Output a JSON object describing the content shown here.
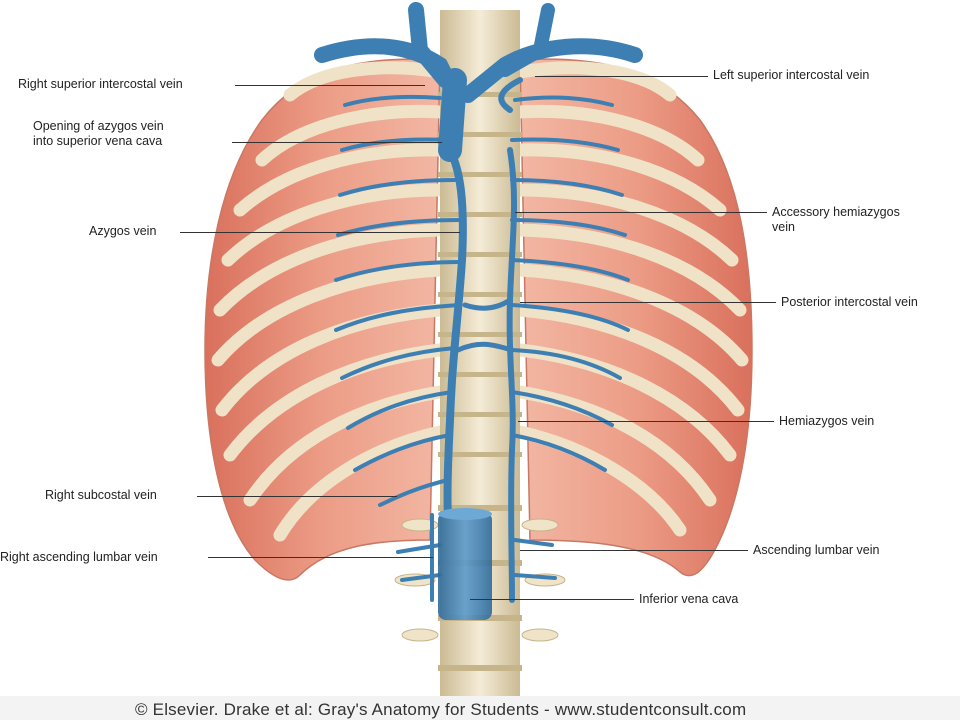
{
  "labels": {
    "right_superior_intercostal_vein": "Right superior intercostal vein",
    "opening_azygos_1": "Opening of azygos vein",
    "opening_azygos_2": "into superior vena cava",
    "azygos_vein": "Azygos vein",
    "right_subcostal_vein": "Right subcostal vein",
    "right_ascending_lumbar_vein": "Right ascending lumbar vein",
    "left_superior_intercostal_vein": "Left superior intercostal vein",
    "accessory_hemiazygos_1": "Accessory hemiazygos",
    "accessory_hemiazygos_2": "vein",
    "posterior_intercostal_vein": "Posterior intercostal vein",
    "hemiazygos_vein": "Hemiazygos vein",
    "ascending_lumbar_vein": "Ascending lumbar vein",
    "inferior_vena_cava": "Inferior vena cava"
  },
  "credit": "© Elsevier. Drake et al: Gray's Anatomy for Students - www.studentconsult.com",
  "colors": {
    "vein": "#3e7fb3",
    "vein_dark": "#24567f",
    "muscle": "#e79a86",
    "muscle_dark": "#c96a58",
    "rib": "#f1e6cf",
    "bone": "#eadfc4",
    "bone_shadow": "#c8b894"
  }
}
